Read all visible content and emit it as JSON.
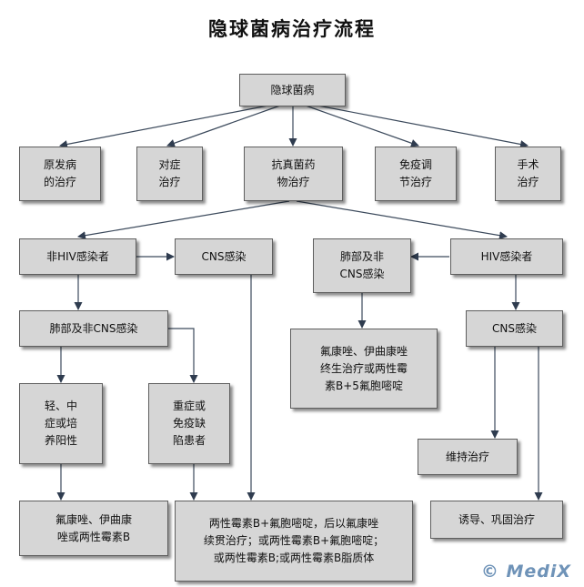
{
  "title": "隐球菌病治疗流程",
  "watermark": "© MediX",
  "nodes": {
    "root": "隐球菌病",
    "primary": "原发病\n的治疗",
    "symptomatic": "对症\n治疗",
    "antifungal": "抗真菌药\n物治疗",
    "immuno": "免疫调\n节治疗",
    "surgery": "手术\n治疗",
    "non_hiv": "非HIV感染者",
    "cns_left": "CNS感染",
    "lung_left": "肺部及非CNS感染",
    "mild": "轻、中\n症或培\n养阳性",
    "severe": "重症或\n免疫缺\n陷患者",
    "flu_left": "氟康唑、伊曲康\n唑或两性霉素B",
    "combo": "两性霉素B+氟胞嘧啶，后以氟康唑\n续贯治疗；或两性霉素B+氟胞嘧啶；\n或两性霉素B;或两性霉素B脂质体",
    "lung_right": "肺部及非\nCNS感染",
    "hiv": "HIV感染者",
    "lifelong": "氟康唑、伊曲康唑\n终生治疗或两性霉\n素B+5氟胞嘧啶",
    "cns_right": "CNS感染",
    "maintain": "维持治疗",
    "induction": "诱导、巩固治疗"
  },
  "colors": {
    "box": "#d6d6d6",
    "border": "#5e5e5e",
    "arrow": "#3c4a5c",
    "watermark": "#6f93b8"
  }
}
